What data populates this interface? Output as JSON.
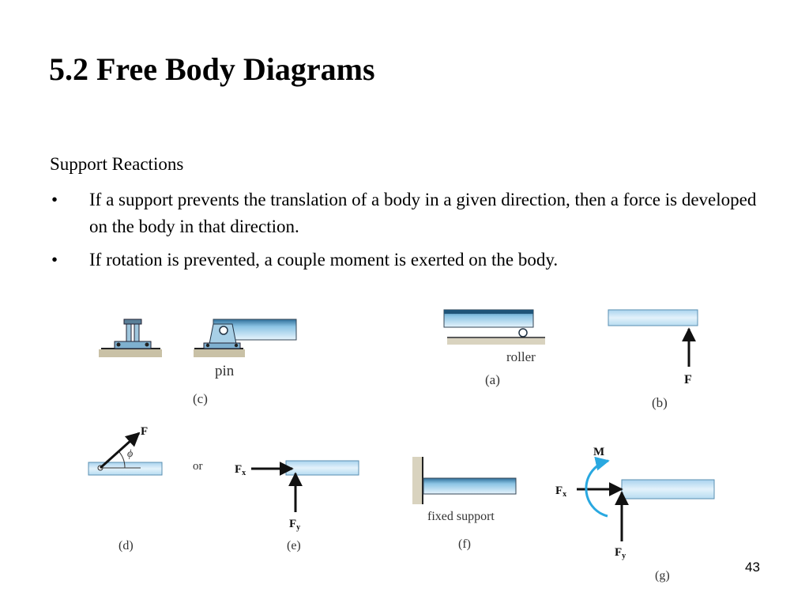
{
  "slide": {
    "title": "5.2 Free Body Diagrams",
    "subheading": "Support Reactions",
    "bullet_marker": "•",
    "bullets": [
      "If a support prevents the translation of a body in a given direction, then a force is developed on the body in that direction.",
      "If rotation is prevented, a couple moment is exerted on the body."
    ],
    "page_number": "43"
  },
  "figure": {
    "labels": {
      "pin": "pin",
      "c": "(c)",
      "roller": "roller",
      "a": "(a)",
      "b": "(b)",
      "b_force": "F",
      "d_force": "F",
      "d_angle": "ϕ",
      "or": "or",
      "e_fx": "F",
      "e_fx_sub": "x",
      "e_fy": "F",
      "e_fy_sub": "y",
      "d": "(d)",
      "e": "(e)",
      "fixed_support": "fixed support",
      "f": "(f)",
      "g_moment": "M",
      "g_fx": "F",
      "g_fx_sub": "x",
      "g_fy": "F",
      "g_fy_sub": "y",
      "g": "(g)"
    },
    "colors": {
      "beam_light": "#d6ecf8",
      "beam_mid": "#8cc4e4",
      "beam_dark": "#2f6f9a",
      "ground": "#b9b29a",
      "arrow": "#111111",
      "moment_arrow": "#29a8e0"
    }
  }
}
